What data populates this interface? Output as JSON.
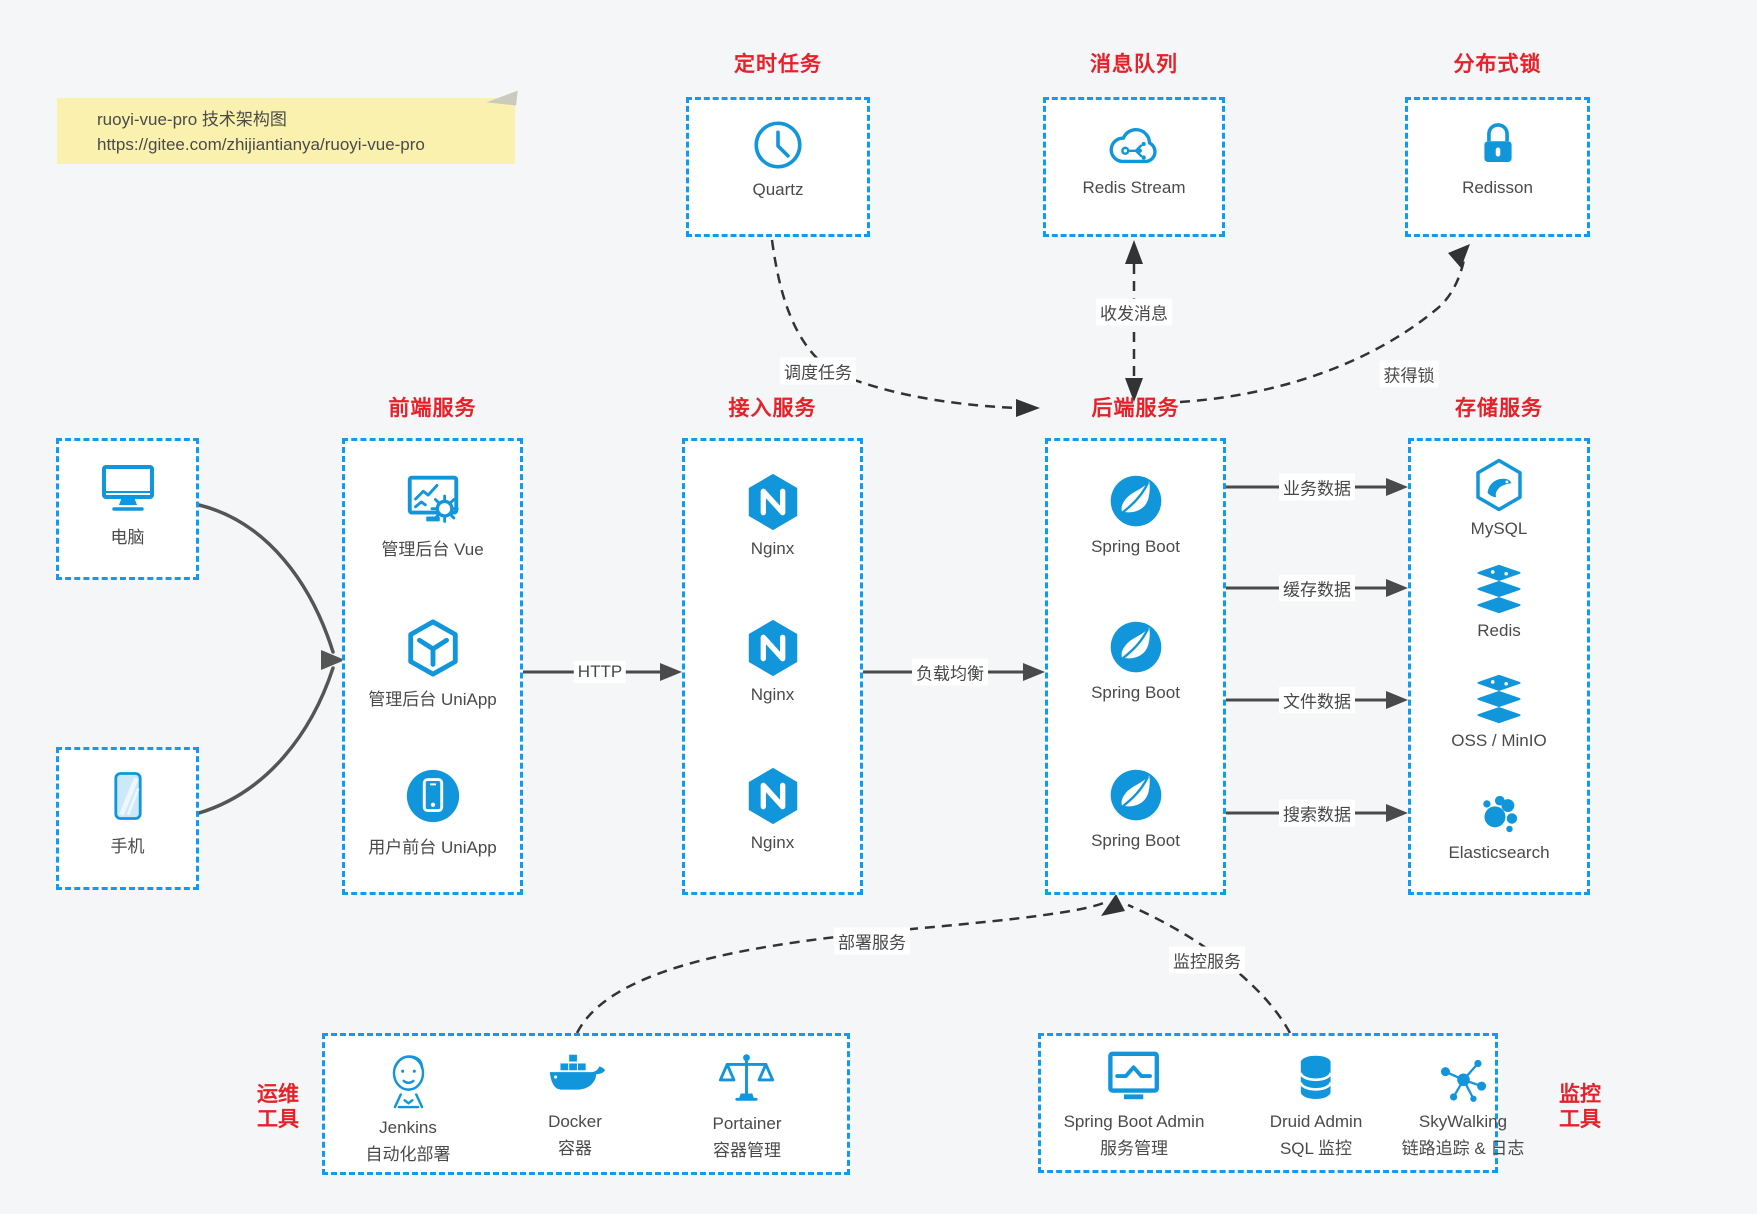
{
  "note": {
    "line1": "ruoyi-vue-pro 技术架构图",
    "line2": "https://gitee.com/zhijiantianya/ruoyi-vue-pro"
  },
  "colors": {
    "accent_blue": "#1296db",
    "border_blue": "#0f9bf1",
    "title_red": "#e62129",
    "arrow_gray": "#4a4a4a",
    "note_bg": "#fbf1ae"
  },
  "top_groups": [
    {
      "title": "定时任务",
      "item": {
        "icon": "clock-icon",
        "label": "Quartz"
      }
    },
    {
      "title": "消息队列",
      "item": {
        "icon": "cloud-stream-icon",
        "label": "Redis Stream"
      }
    },
    {
      "title": "分布式锁",
      "item": {
        "icon": "lock-icon",
        "label": "Redisson"
      }
    }
  ],
  "clients": [
    {
      "icon": "desktop-icon",
      "label": "电脑"
    },
    {
      "icon": "phone-icon",
      "label": "手机"
    }
  ],
  "columns": [
    {
      "title": "前端服务",
      "items": [
        {
          "icon": "admin-vue-icon",
          "label": "管理后台 Vue"
        },
        {
          "icon": "uniapp-cube-icon",
          "label": "管理后台 UniApp"
        },
        {
          "icon": "user-app-icon",
          "label": "用户前台 UniApp"
        }
      ]
    },
    {
      "title": "接入服务",
      "items": [
        {
          "icon": "nginx-icon",
          "label": "Nginx"
        },
        {
          "icon": "nginx-icon",
          "label": "Nginx"
        },
        {
          "icon": "nginx-icon",
          "label": "Nginx"
        }
      ]
    },
    {
      "title": "后端服务",
      "items": [
        {
          "icon": "spring-icon",
          "label": "Spring Boot"
        },
        {
          "icon": "spring-icon",
          "label": "Spring Boot"
        },
        {
          "icon": "spring-icon",
          "label": "Spring Boot"
        }
      ]
    },
    {
      "title": "存储服务",
      "items": [
        {
          "icon": "mysql-icon",
          "label": "MySQL"
        },
        {
          "icon": "redis-icon",
          "label": "Redis"
        },
        {
          "icon": "redis-icon",
          "label": "OSS / MinIO"
        },
        {
          "icon": "elasticsearch-icon",
          "label": "Elasticsearch"
        }
      ]
    }
  ],
  "edges": {
    "http": "HTTP",
    "load_balance": "负载均衡",
    "schedule": "调度任务",
    "message": "收发消息",
    "lock": "获得锁",
    "business_data": "业务数据",
    "cache_data": "缓存数据",
    "file_data": "文件数据",
    "search_data": "搜索数据",
    "deploy": "部署服务",
    "monitor": "监控服务"
  },
  "bottom_groups": [
    {
      "title_line1": "运维",
      "title_line2": "工具",
      "items": [
        {
          "icon": "jenkins-icon",
          "label": "Jenkins",
          "sublabel": "自动化部署"
        },
        {
          "icon": "docker-icon",
          "label": "Docker",
          "sublabel": "容器"
        },
        {
          "icon": "portainer-icon",
          "label": "Portainer",
          "sublabel": "容器管理"
        }
      ]
    },
    {
      "title_line1": "监控",
      "title_line2": "工具",
      "items": [
        {
          "icon": "sba-icon",
          "label": "Spring Boot Admin",
          "sublabel": "服务管理"
        },
        {
          "icon": "druid-icon",
          "label": "Druid Admin",
          "sublabel": "SQL 监控"
        },
        {
          "icon": "skywalking-icon",
          "label": "SkyWalking",
          "sublabel": "链路追踪 & 日志"
        }
      ]
    }
  ]
}
